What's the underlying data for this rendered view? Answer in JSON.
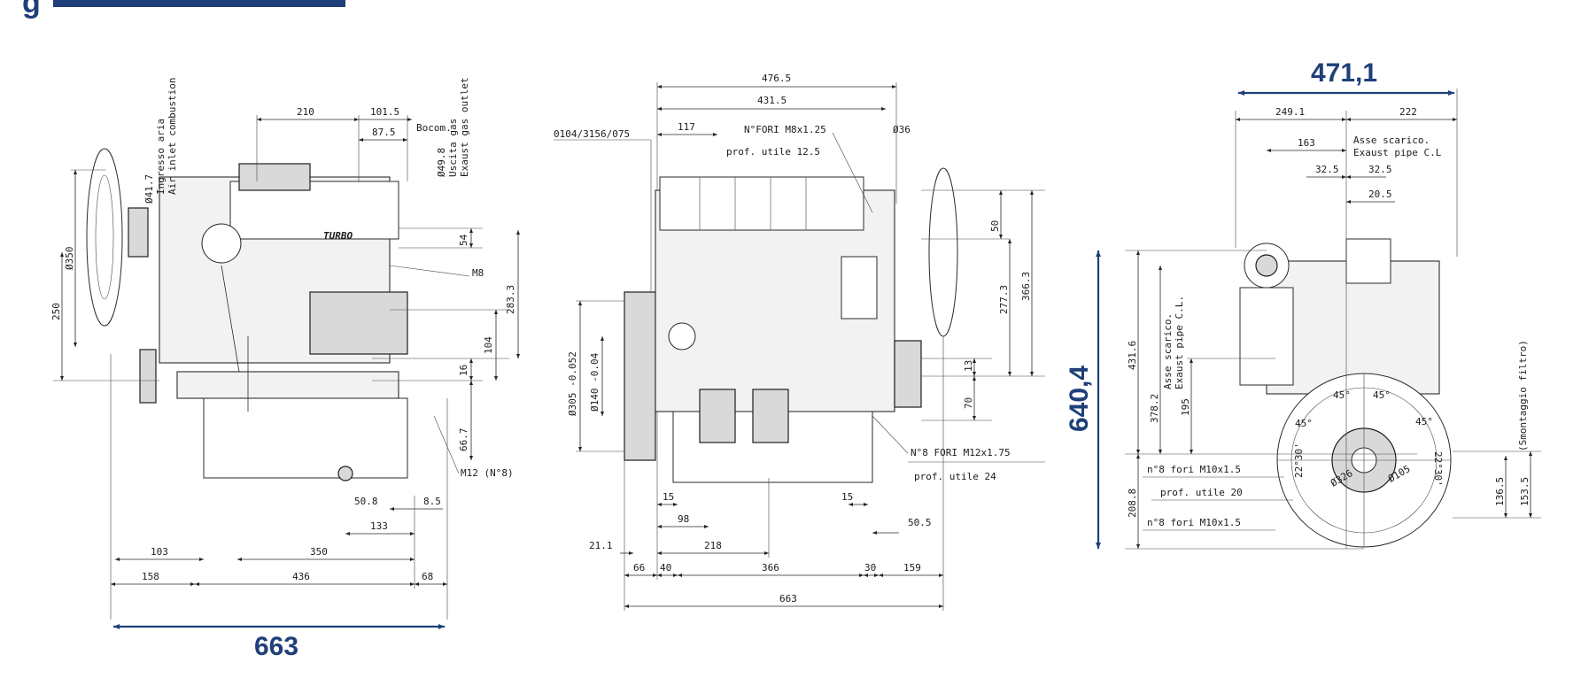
{
  "header": {
    "title_visible_fragment": "g"
  },
  "overall": {
    "length": "663",
    "width": "471,1",
    "height": "640,4"
  },
  "side_view": {
    "labels": [
      "Ingresso aria",
      "Air inlet combustion",
      "Uscita gas",
      "Exaust gas outlet",
      "Ø41.7",
      "Ø49.8",
      "Bocom.",
      "M8",
      "M12 (N°8)",
      "TURBO"
    ],
    "dims": {
      "d210": "210",
      "d101_5": "101.5",
      "d87_5": "87.5",
      "d54": "54",
      "d16": "16",
      "d104": "104",
      "d283_3": "283.3",
      "d66_7": "66.7",
      "d350_dia": "Ø350",
      "d250": "250",
      "d50_8": "50.8",
      "d8_5": "8.5",
      "d133": "133",
      "d103": "103",
      "d350": "350",
      "d158": "158",
      "d436": "436",
      "d68": "68"
    }
  },
  "front_view": {
    "labels": {
      "ref": "0104/3156/075",
      "fori_m8": "N°FORI M8x1.25",
      "prof_12_5": "prof. utile 12.5",
      "dia36": "Ø36",
      "fori_m12": "N°8 FORI M12x1.75",
      "prof_24": "prof. utile 24",
      "dia305": "Ø305 -0.052",
      "dia140": "Ø140 -0.04"
    },
    "dims": {
      "d476_5": "476.5",
      "d431_5": "431.5",
      "d117": "117",
      "d50": "50",
      "d366_3": "366.3",
      "d277_3": "277.3",
      "d13": "13",
      "d70": "70",
      "d15a": "15",
      "d15b": "15",
      "d98": "98",
      "d218": "218",
      "d50_5": "50.5",
      "d21_1": "21.1",
      "d66": "66",
      "d40": "40",
      "d366": "366",
      "d30": "30",
      "d159": "159",
      "d663": "663"
    }
  },
  "rear_view": {
    "labels": {
      "asse": "Asse scarico.",
      "exaust": "Exaust pipe C.L",
      "asse_v": "Asse scarico.",
      "exaust_v": "Exaust pipe C.L.",
      "smontaggio": "(Smontaggio filtro)",
      "fori1": "n°8 fori M10x1.5",
      "prof20": "prof. utile 20",
      "fori2": "n°8 fori M10x1.5",
      "a45a": "45°",
      "a45b": "45°",
      "a45c": "45°",
      "a45d": "45°",
      "a22a": "22°30'",
      "a22b": "22°30'",
      "d326": "Ø326",
      "d105": "Ø105"
    },
    "dims": {
      "d249_1": "249.1",
      "d222": "222",
      "d163": "163",
      "d32_5a": "32.5",
      "d32_5b": "32.5",
      "d20_5": "20.5",
      "d431_6": "431.6",
      "d378_2": "378.2",
      "d195": "195",
      "d208_8": "208.8",
      "d136_5": "136.5",
      "d153_5": "153.5"
    }
  },
  "colors": {
    "accent": "#1f3f7a",
    "line": "#2a2a2a"
  }
}
